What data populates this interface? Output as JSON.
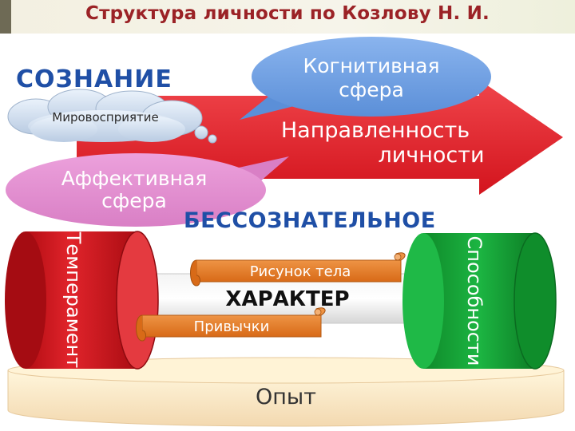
{
  "page": {
    "title": "Структура личности по Козлову Н. И."
  },
  "diagram": {
    "consciousness": "СОЗНАНИЕ",
    "unconscious": "БЕССОЗНАТЕЛЬНОЕ",
    "worldview": "Мировосприятие",
    "cognitive": [
      "Когнитивная",
      "сфера"
    ],
    "affective": [
      "Аффективная",
      "сфера"
    ],
    "orientation": [
      "Направленность",
      "личности"
    ],
    "temperament": "Темперамент",
    "abilities": "Способности",
    "body_image": "Рисунок тела",
    "character": "ХАРАКТЕР",
    "habits": "Привычки",
    "experience": "Опыт"
  },
  "colors": {
    "title": "#9b2226",
    "heading_blue": "#1f4fa6",
    "arrow_red": "#e0242c",
    "cognitive_blue": "#6fa0e3",
    "affective_pink": "#e38fd0",
    "temperament_red": "#c8141b",
    "abilities_green": "#16a136",
    "scroll_orange": "#e07a24"
  }
}
